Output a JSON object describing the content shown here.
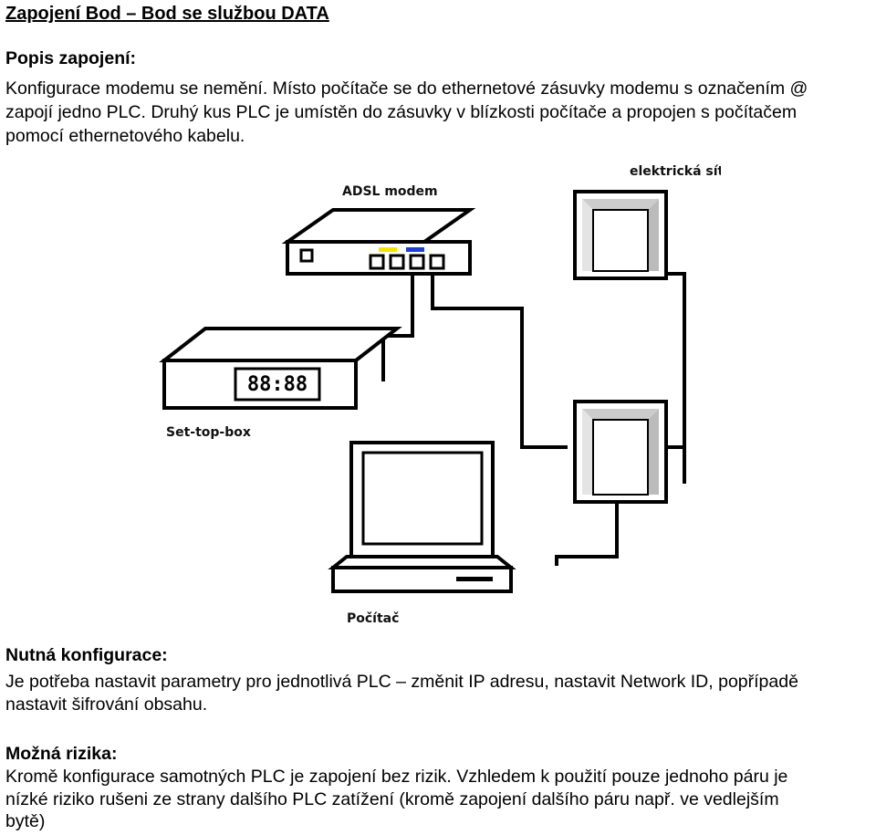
{
  "title": "Zapojení Bod – Bod se službou DATA",
  "section1": {
    "heading": "Popis zapojení:",
    "lines": [
      "Konfigurace modemu se nemění. Místo počítače se do ethernetové zásuvky modemu s označením @",
      "zapojí jedno PLC. Druhý kus PLC je umístěn do zásuvky v blízkosti počítače a propojen s počítačem",
      "pomocí ethernetového kabelu."
    ]
  },
  "figure": {
    "labels": {
      "modem": "ADSL modem",
      "grid": "elektrická síť",
      "stb": "Set-top-box",
      "pc": "Počítač"
    },
    "stb_display": "88:88",
    "colors": {
      "led_yellow": "#f2e600",
      "led_blue": "#1f3fd0"
    }
  },
  "section2": {
    "heading": "Nutná konfigurace:",
    "lines": [
      "Je potřeba nastavit parametry pro jednotlivá PLC – změnit IP adresu, nastavit Network ID, popřípadě",
      "nastavit šifrování obsahu."
    ]
  },
  "section3": {
    "heading": "Možná rizika:",
    "lines": [
      "Kromě konfigurace samotných PLC je zapojení bez rizik. Vzhledem k použití pouze jednoho páru je",
      "nízké riziko rušeni ze strany dalšího PLC zatížení  (kromě zapojení dalšího páru např. ve vedlejším",
      "bytě)"
    ]
  }
}
